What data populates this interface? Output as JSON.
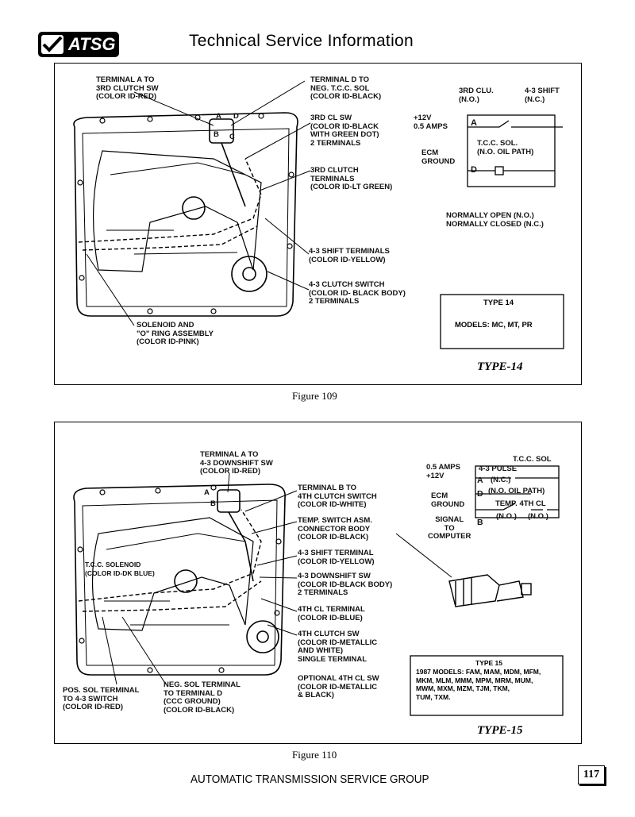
{
  "header": {
    "logo_text": "ATSG",
    "title": "Technical Service Information"
  },
  "figure1": {
    "caption": "Figure 109",
    "type_tag": "TYPE-14",
    "labels": {
      "terminal_a": "TERMINAL A TO\n3RD CLUTCH SW\n(COLOR ID-RED)",
      "terminal_d": "TERMINAL D TO\nNEG. T.C.C. SOL\n(COLOR ID-BLACK)",
      "cl_sw_3rd": "3RD CL SW\n(COLOR ID-BLACK\nWITH GREEN DOT)\n2 TERMINALS",
      "clutch_terminals_3rd": "3RD CLUTCH\nTERMINALS\n(COLOR ID-LT GREEN)",
      "shift_terminals_43": "4-3 SHIFT TERMINALS\n(COLOR ID-YELLOW)",
      "clutch_switch_43": "4-3 CLUTCH SWITCH\n(COLOR ID- BLACK BODY)\n2 TERMINALS",
      "solenoid": "SOLENOID AND\n\"O\" RING ASSEMBLY\n(COLOR ID-PINK)",
      "letter_a": "A",
      "letter_d": "D",
      "letter_b": "B",
      "letter_c": "C"
    },
    "schematic": {
      "third_clu": "3RD CLU.\n(N.O.)",
      "shift_43": "4-3 SHIFT\n(N.C.)",
      "plus12v": "+12V\n0.5 AMPS",
      "pin_a": "A",
      "pin_d": "D",
      "tcc_sol": "T.C.C. SOL.\n(N.O. OIL PATH)",
      "ecm_ground": "ECM\nGROUND",
      "legend": "NORMALLY OPEN (N.O.)\nNORMALLY CLOSED (N.C.)"
    },
    "info_box": {
      "type": "TYPE 14",
      "models": "MODELS: MC, MT, PR"
    }
  },
  "figure2": {
    "caption": "Figure 110",
    "type_tag": "TYPE-15",
    "labels": {
      "terminal_a": "TERMINAL A TO\n4-3 DOWNSHIFT SW\n(COLOR ID-RED)",
      "terminal_b": "TERMINAL B TO\n4TH CLUTCH SWITCH\n(COLOR ID-WHITE)",
      "temp_switch": "TEMP. SWITCH ASM.\nCONNECTOR BODY\n(COLOR ID-BLACK)",
      "shift_terminal_43": "4-3 SHIFT TERMINAL\n(COLOR ID-YELLOW)",
      "downshift_sw_43": "4-3 DOWNSHIFT SW\n(COLOR ID-BLACK BODY)\n2 TERMINALS",
      "cl_terminal_4th": "4TH CL TERMINAL\n(COLOR ID-BLUE)",
      "clutch_sw_4th": "4TH CLUTCH SW\n(COLOR ID-METALLIC\nAND WHITE)\nSINGLE TERMINAL",
      "optional_4th": "OPTIONAL 4TH CL SW\n(COLOR ID-METALLIC\n& BLACK)",
      "tcc_solenoid": "T.C.C. SOLENOID\n(COLOR ID-DK BLUE)",
      "pos_sol": "POS. SOL TERMINAL\nTO 4-3 SWITCH\n(COLOR ID-RED)",
      "neg_sol": "NEG. SOL TERMINAL\nTO TERMINAL D\n(CCC GROUND)\n(COLOR ID-BLACK)",
      "letter_a": "A",
      "letter_b": "B"
    },
    "schematic": {
      "tcc_sol": "T.C.C. SOL",
      "amps": "0.5 AMPS\n+12V",
      "pulse": "4-3 PULSE",
      "nc": "(N.C.)",
      "oil_path": "(N.O. OIL PATH)",
      "pin_a": "A",
      "pin_d": "D",
      "pin_b": "B",
      "ecm_ground": "ECM\nGROUND",
      "temp_4th": "TEMP. 4TH CL",
      "no1": "(N.O.)",
      "no2": "(N.O.)",
      "signal": "SIGNAL\nTO\nCOMPUTER"
    },
    "info_box": {
      "type": "TYPE 15",
      "models": "1987 MODELS: FAM, MAM, MDM, MFM,\nMKM, MLM, MMM, MPM, MRM, MUM,\nMWM, MXM, MZM, TJM, TKM,\nTUM, TXM."
    }
  },
  "footer": {
    "text": "AUTOMATIC TRANSMISSION SERVICE GROUP",
    "page_number": "117"
  }
}
